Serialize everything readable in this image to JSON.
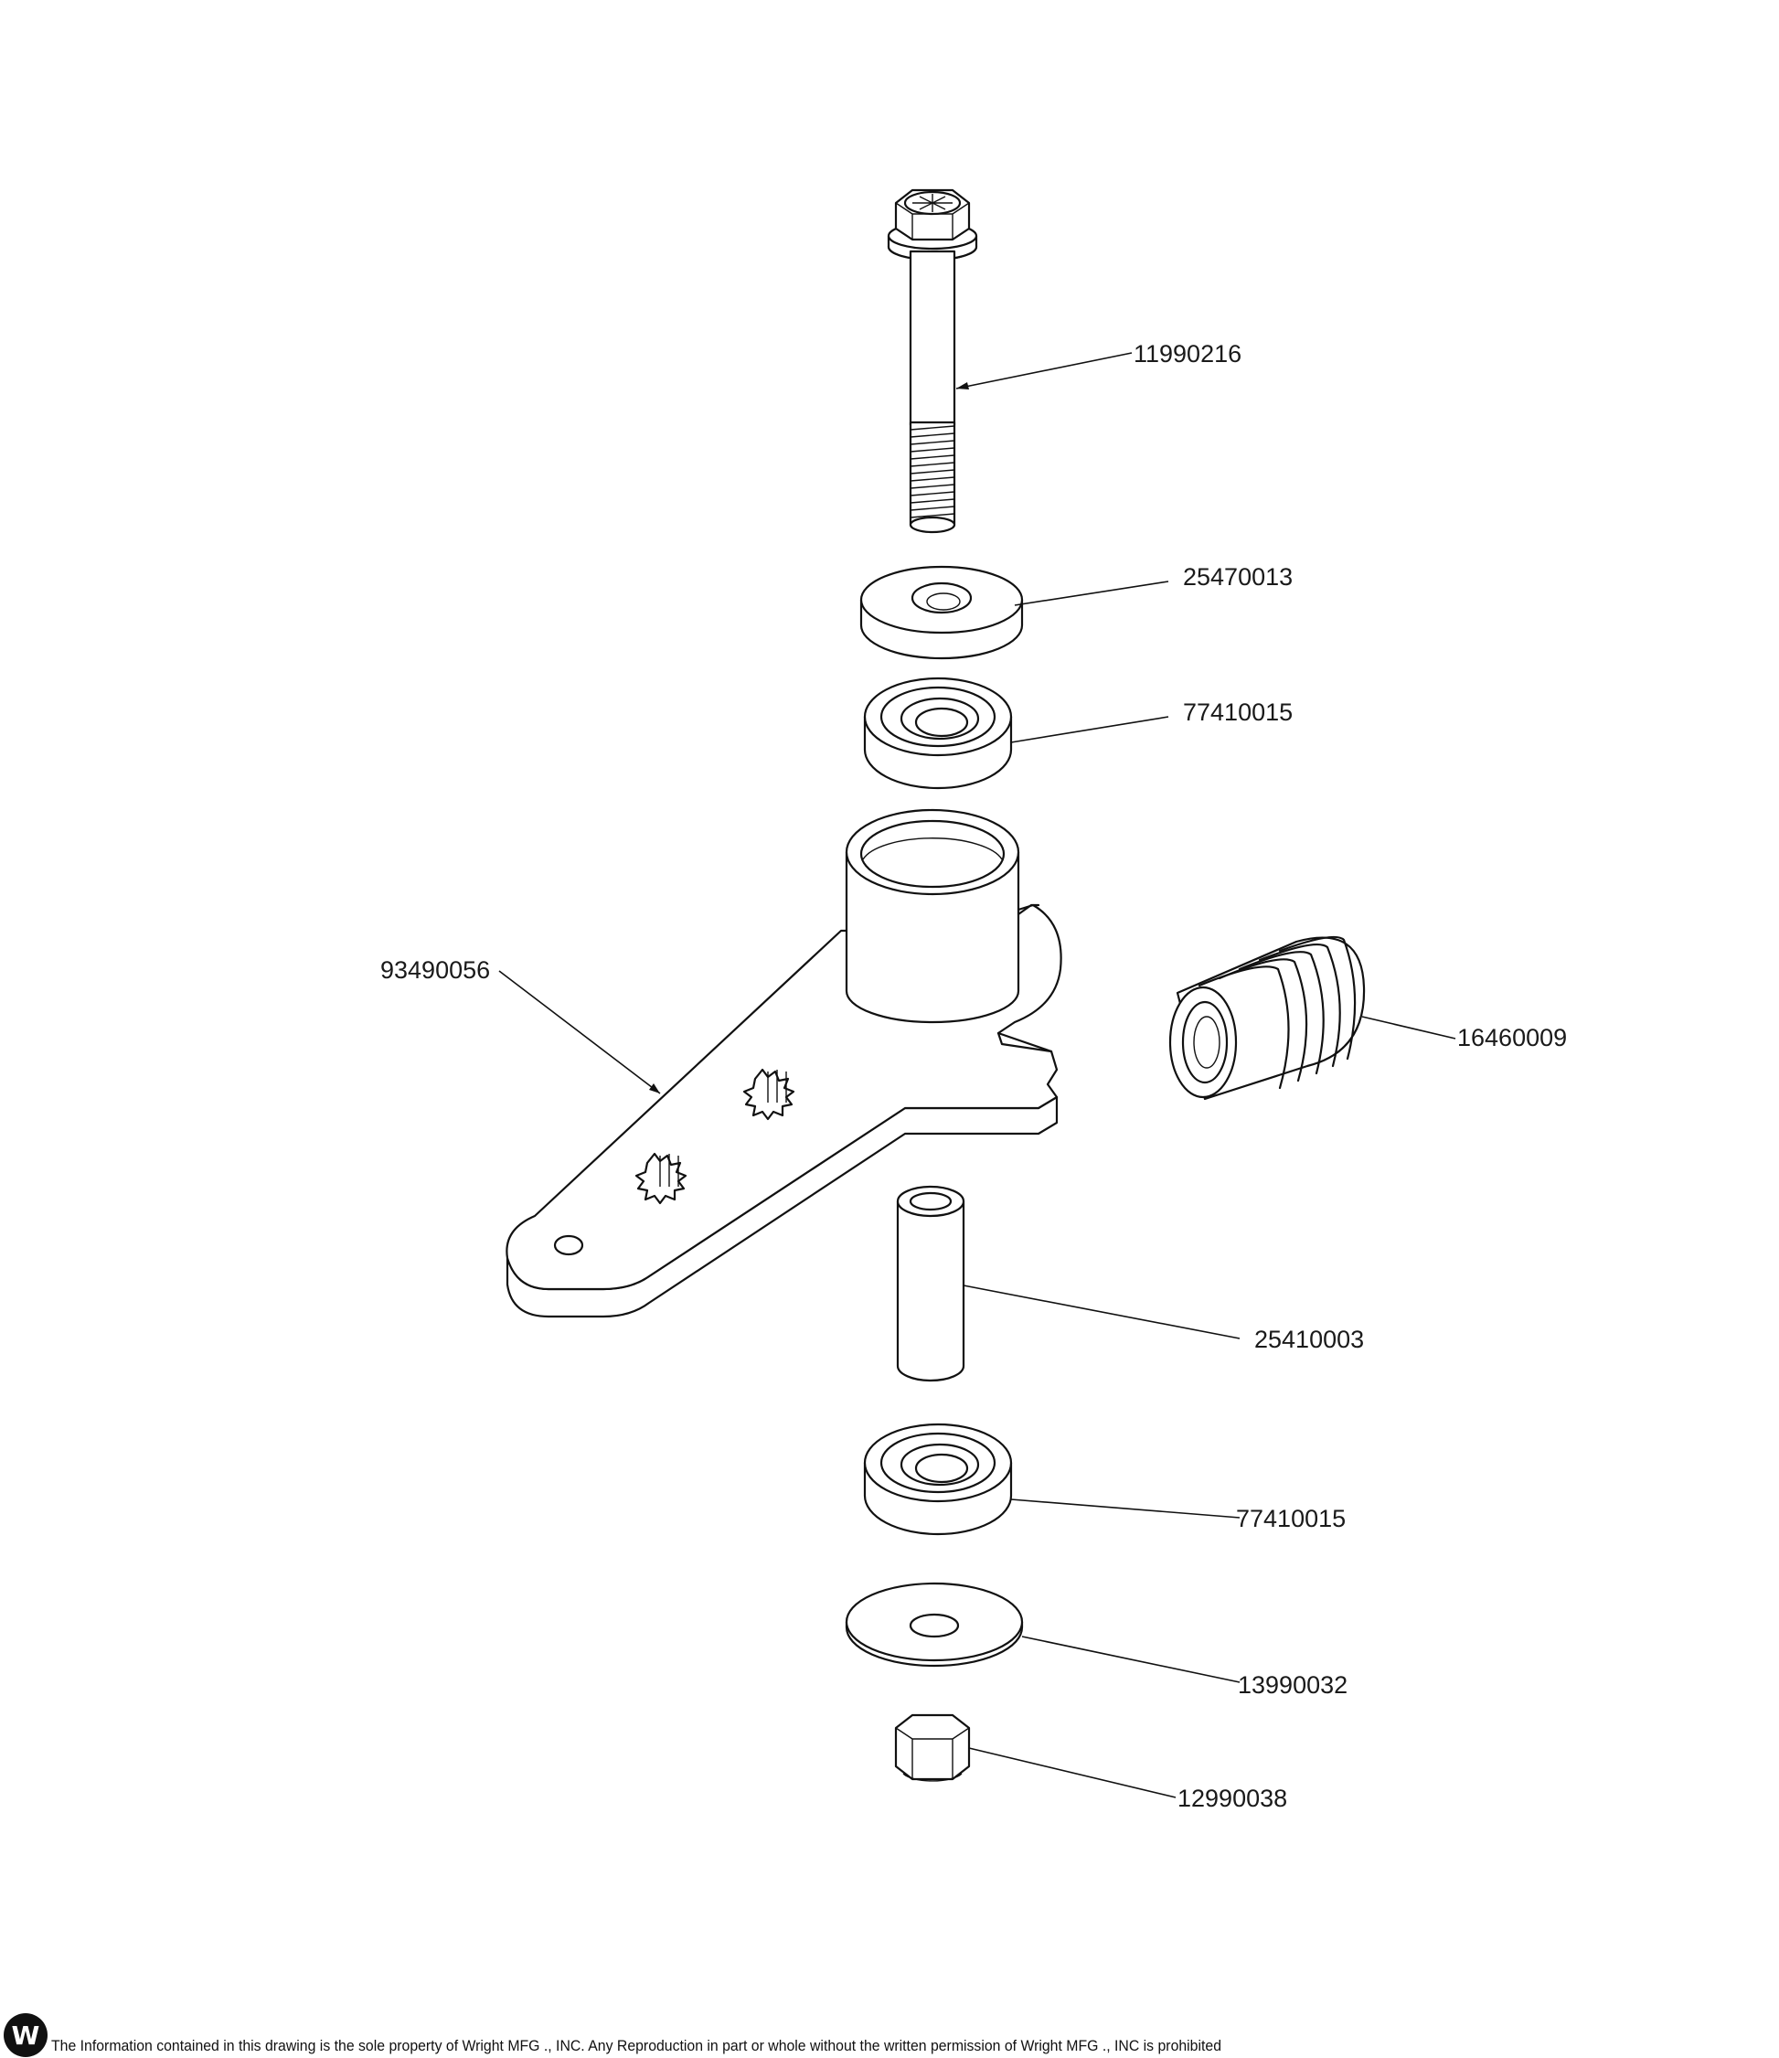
{
  "callouts": {
    "bolt": "11990216",
    "washer_top": "25470013",
    "bearing_top": "77410015",
    "idler_arm": "93490056",
    "spring": "16460009",
    "spacer": "25410003",
    "bearing_bottom": "77410015",
    "washer_bottom": "13990032",
    "nut": "12990038"
  },
  "footer": {
    "logo_letter": "W",
    "notice": "The Information contained in this drawing is the sole property of Wright MFG ., INC. Any Reproduction in part or whole without the written permission of Wright MFG ., INC is prohibited"
  }
}
